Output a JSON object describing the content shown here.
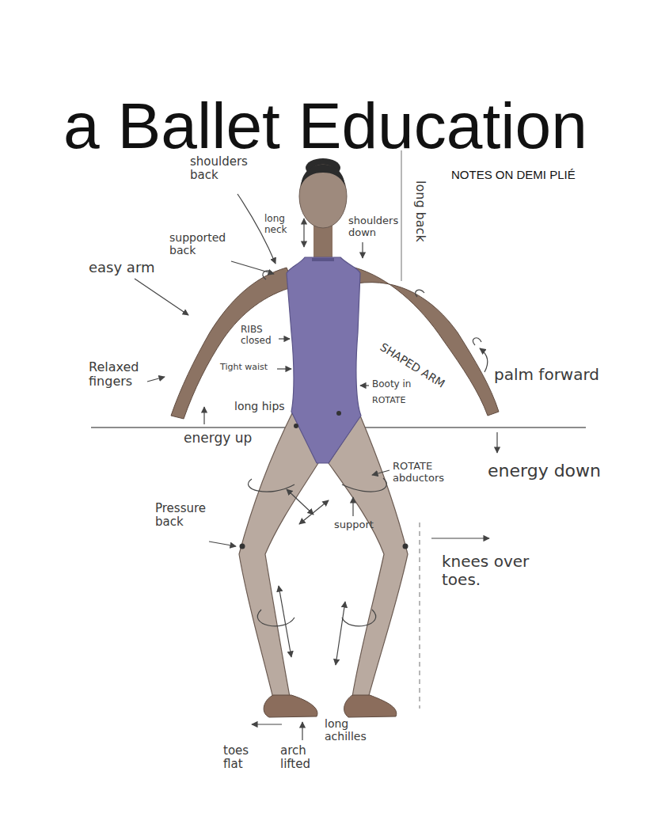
{
  "diagram": {
    "title": "a Ballet Education",
    "caption": "NOTES ON DEMI PLIÉ",
    "labels": [
      "shoulders back",
      "long neck",
      "shoulders down",
      "long back",
      "supported back",
      "easy arm",
      "Relaxed fingers",
      "RIBS closed",
      "Tight waist",
      "SHAPED ARM",
      "palm forward",
      "long hips",
      "Booty in",
      "ROTATE",
      "energy up",
      "energy down",
      "ROTATE abductors",
      "Pressure back",
      "support",
      "knees over toes.",
      "toes flat",
      "arch lifted",
      "long achilles"
    ]
  }
}
